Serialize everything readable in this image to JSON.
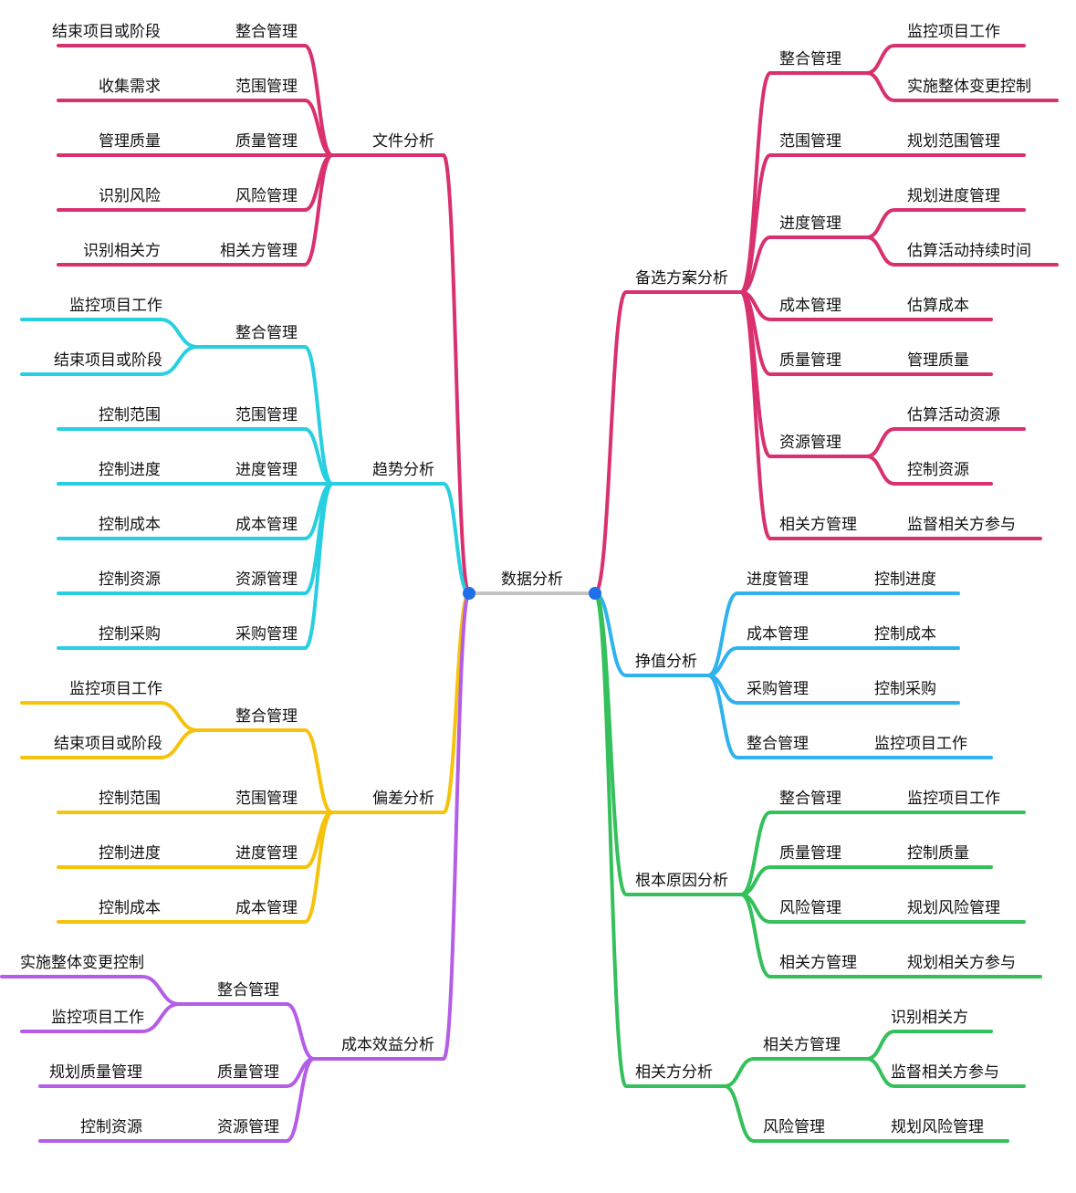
{
  "root": {
    "label": "数据分析"
  },
  "colors": {
    "root_link": "#c4c4c4",
    "junction": "#1e6fe8",
    "文件分析": "#d9306f",
    "趋势分析": "#27cfe0",
    "偏差分析": "#f5c30c",
    "成本效益分析": "#b45de6",
    "备选方案分析": "#d9306f",
    "挣值分析": "#2fb2ee",
    "根本原因分析": "#34c05a",
    "相关方分析": "#34c05a"
  },
  "left": [
    {
      "label": "文件分析",
      "children": [
        {
          "label": "整合管理",
          "children": [
            "结束项目或阶段"
          ]
        },
        {
          "label": "范围管理",
          "children": [
            "收集需求"
          ]
        },
        {
          "label": "质量管理",
          "children": [
            "管理质量"
          ]
        },
        {
          "label": "风险管理",
          "children": [
            "识别风险"
          ]
        },
        {
          "label": "相关方管理",
          "children": [
            "识别相关方"
          ]
        }
      ]
    },
    {
      "label": "趋势分析",
      "children": [
        {
          "label": "整合管理",
          "children": [
            "监控项目工作",
            "结束项目或阶段"
          ]
        },
        {
          "label": "范围管理",
          "children": [
            "控制范围"
          ]
        },
        {
          "label": "进度管理",
          "children": [
            "控制进度"
          ]
        },
        {
          "label": "成本管理",
          "children": [
            "控制成本"
          ]
        },
        {
          "label": "资源管理",
          "children": [
            "控制资源"
          ]
        },
        {
          "label": "采购管理",
          "children": [
            "控制采购"
          ]
        }
      ]
    },
    {
      "label": "偏差分析",
      "children": [
        {
          "label": "整合管理",
          "children": [
            "监控项目工作",
            "结束项目或阶段"
          ]
        },
        {
          "label": "范围管理",
          "children": [
            "控制范围"
          ]
        },
        {
          "label": "进度管理",
          "children": [
            "控制进度"
          ]
        },
        {
          "label": "成本管理",
          "children": [
            "控制成本"
          ]
        }
      ]
    },
    {
      "label": "成本效益分析",
      "children": [
        {
          "label": "整合管理",
          "children": [
            "实施整体变更控制",
            "监控项目工作"
          ]
        },
        {
          "label": "质量管理",
          "children": [
            "规划质量管理"
          ]
        },
        {
          "label": "资源管理",
          "children": [
            "控制资源"
          ]
        }
      ]
    }
  ],
  "right": [
    {
      "label": "备选方案分析",
      "children": [
        {
          "label": "整合管理",
          "children": [
            "监控项目工作",
            "实施整体变更控制"
          ]
        },
        {
          "label": "范围管理",
          "children": [
            "规划范围管理"
          ]
        },
        {
          "label": "进度管理",
          "children": [
            "规划进度管理",
            "估算活动持续时间"
          ]
        },
        {
          "label": "成本管理",
          "children": [
            "估算成本"
          ]
        },
        {
          "label": "质量管理",
          "children": [
            "管理质量"
          ]
        },
        {
          "label": "资源管理",
          "children": [
            "估算活动资源",
            "控制资源"
          ]
        },
        {
          "label": "相关方管理",
          "children": [
            "监督相关方参与"
          ]
        }
      ]
    },
    {
      "label": "挣值分析",
      "children": [
        {
          "label": "进度管理",
          "children": [
            "控制进度"
          ]
        },
        {
          "label": "成本管理",
          "children": [
            "控制成本"
          ]
        },
        {
          "label": "采购管理",
          "children": [
            "控制采购"
          ]
        },
        {
          "label": "整合管理",
          "children": [
            "监控项目工作"
          ]
        }
      ]
    },
    {
      "label": "根本原因分析",
      "children": [
        {
          "label": "整合管理",
          "children": [
            "监控项目工作"
          ]
        },
        {
          "label": "质量管理",
          "children": [
            "控制质量"
          ]
        },
        {
          "label": "风险管理",
          "children": [
            "规划风险管理"
          ]
        },
        {
          "label": "相关方管理",
          "children": [
            "规划相关方参与"
          ]
        }
      ]
    },
    {
      "label": "相关方分析",
      "children": [
        {
          "label": "相关方管理",
          "children": [
            "识别相关方",
            "监督相关方参与"
          ]
        },
        {
          "label": "风险管理",
          "children": [
            "规划风险管理"
          ]
        }
      ]
    }
  ]
}
